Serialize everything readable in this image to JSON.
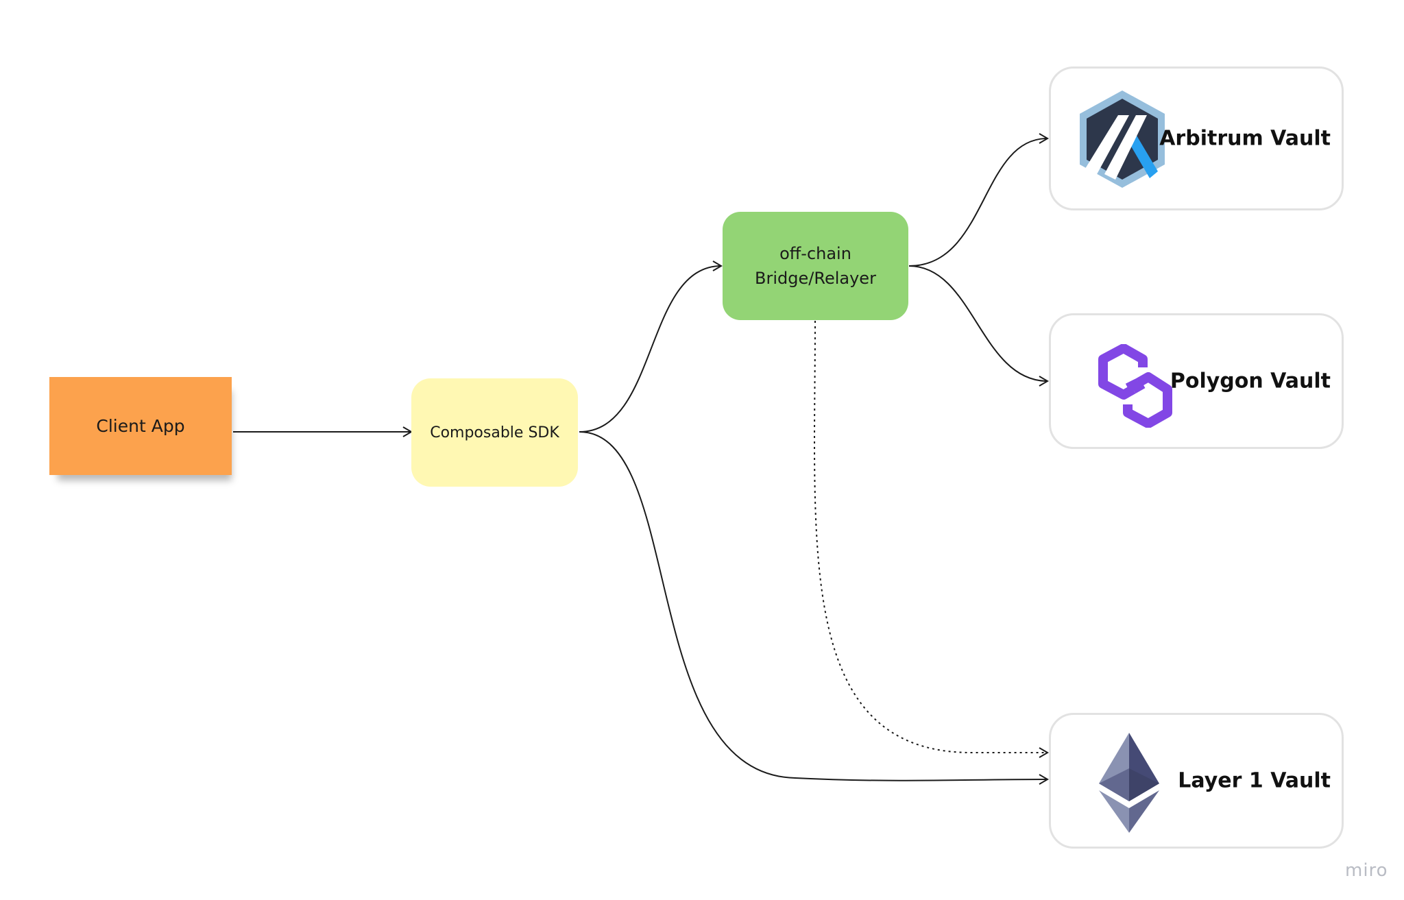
{
  "nodes": {
    "client_app": "Client App",
    "sdk": "Composable SDK",
    "bridge_line1": "off-chain",
    "bridge_line2": "Bridge/Relayer"
  },
  "vaults": {
    "arbitrum": {
      "label": "Arbitrum Vault",
      "icon": "arbitrum-logo-icon"
    },
    "polygon": {
      "label": "Polygon Vault",
      "icon": "polygon-logo-icon"
    },
    "layer1": {
      "label": "Layer 1 Vault",
      "icon": "ethereum-logo-icon"
    }
  },
  "watermark": "miro",
  "colors": {
    "client_app": "#fca24d",
    "sdk": "#fff8b3",
    "bridge": "#93d475",
    "arbitrum_dark": "#2d374b",
    "arbitrum_blue": "#28a0f0",
    "polygon": "#8247e5"
  }
}
